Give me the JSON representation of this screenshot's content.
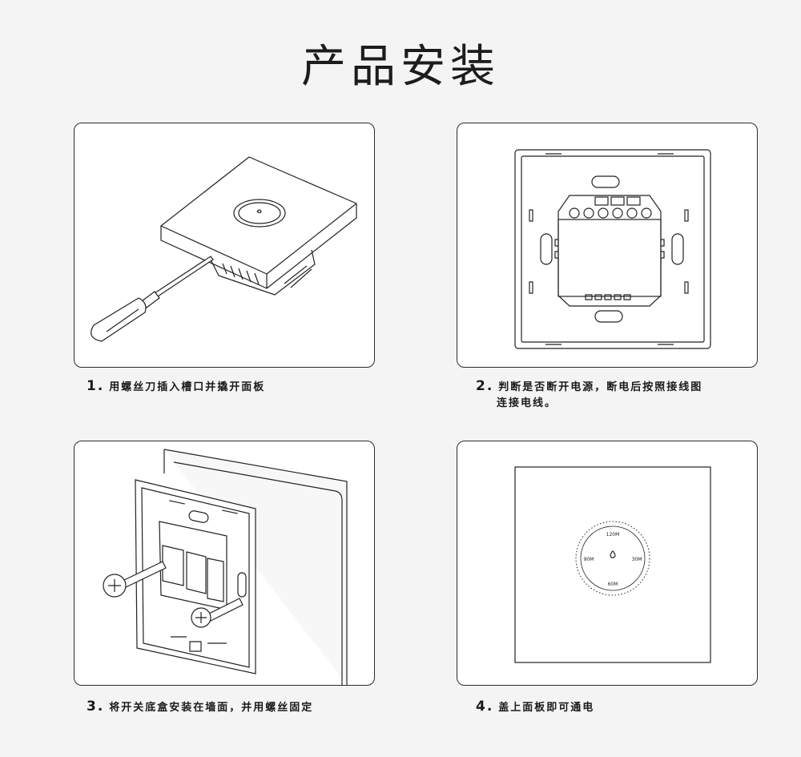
{
  "title": "产品安装",
  "steps": [
    {
      "num": "1.",
      "text": "用螺丝刀插入槽口并撬开面板"
    },
    {
      "num": "2.",
      "text": "判断是否断开电源，断电后按照接线图",
      "text2": "连接电线。"
    },
    {
      "num": "3.",
      "text": "将开关底盒安装在墙面，并用螺丝固定"
    },
    {
      "num": "4.",
      "text": "盖上面板即可通电"
    }
  ],
  "dial": {
    "top": "120M",
    "left": "90M",
    "right": "30M",
    "bottom": "60M"
  }
}
